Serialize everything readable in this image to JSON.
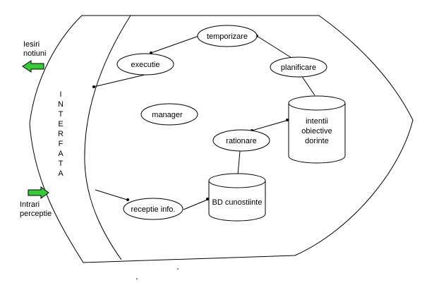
{
  "diagram": {
    "side_labels": {
      "outputs": [
        "Iesiri",
        "notiuni"
      ],
      "inputs": [
        "Intrari",
        "perceptie"
      ]
    },
    "interface_letters": [
      "I",
      "N",
      "T",
      "E",
      "R",
      "F",
      "A",
      "T",
      "A"
    ],
    "nodes": {
      "temporizare": "temporizare",
      "executie": "executie",
      "planificare": "planificare",
      "manager": "manager",
      "rationare": "rationare",
      "receptie": "receptie info.",
      "bd": "BD cunostiinte",
      "intentii": [
        "intentii",
        "obiective",
        "dorinte"
      ]
    },
    "colors": {
      "arrow_fill": "#33cc33",
      "stroke": "#000000",
      "background": "#ffffff"
    }
  }
}
